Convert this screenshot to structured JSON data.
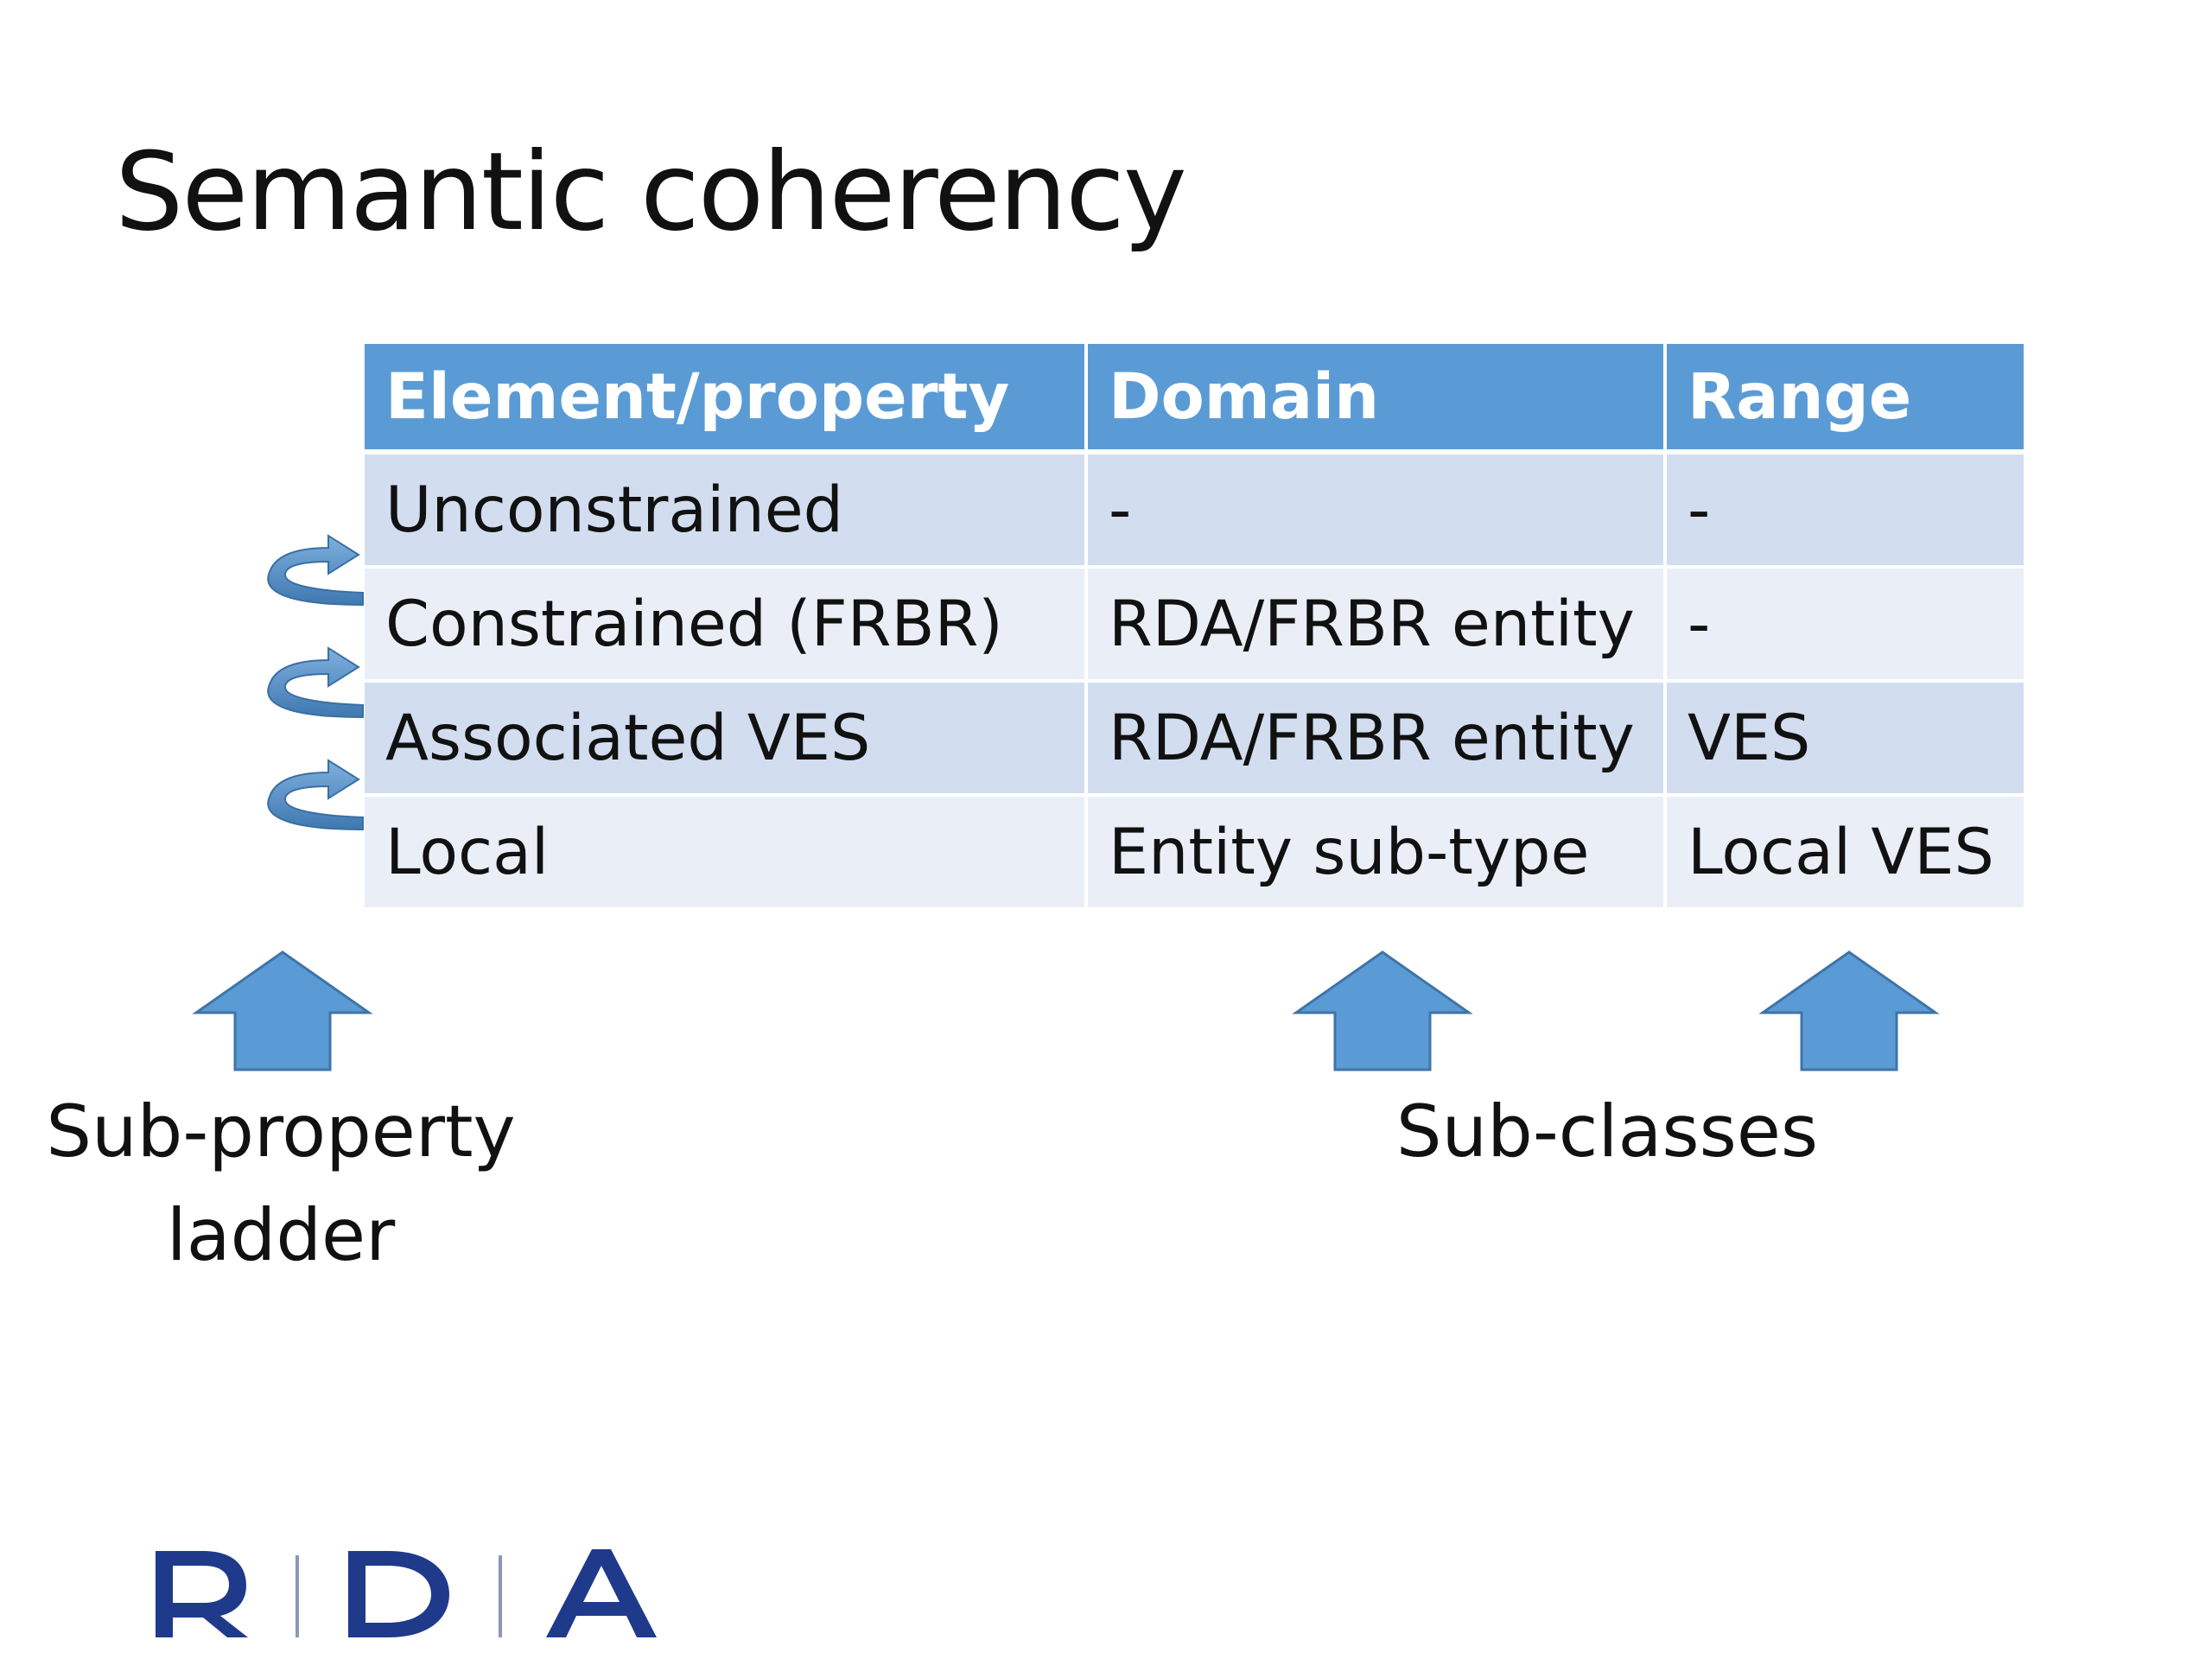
{
  "title": "Semantic coherency",
  "table": {
    "headers": [
      "Element/property",
      "Domain",
      "Range"
    ],
    "rows": [
      [
        "Unconstrained",
        "-",
        "-"
      ],
      [
        "Constrained (FRBR)",
        "RDA/FRBR entity",
        "-"
      ],
      [
        "Associated VES",
        "RDA/FRBR entity",
        "VES"
      ],
      [
        "Local",
        "Entity sub-type",
        "Local VES"
      ]
    ]
  },
  "captions": {
    "left_line1": "Sub-property",
    "left_line2": "ladder",
    "right": "Sub-classes"
  },
  "logo": {
    "text": "RDA",
    "color": "#1f3a8a"
  },
  "colors": {
    "header_bg": "#5b9bd5",
    "row_odd": "#d2deef",
    "row_even": "#eaeff7",
    "arrow": "#5b9bd5"
  }
}
